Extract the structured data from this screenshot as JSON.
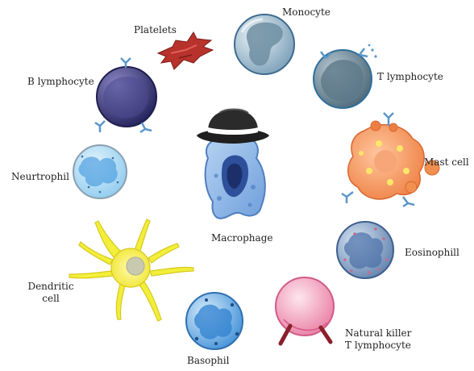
{
  "labels": {
    "platelets": "Platelets",
    "monocyte": "Monocyte",
    "t_lymphocyte": "T lymphocyte",
    "b_lymphocyte": "B lymphocyte",
    "mast_cell": "Mast cell",
    "neutrophil": "Neurtrophil",
    "macrophage": "Macrophage",
    "eosinophil": "Eosinophill",
    "dendritic_line1": "Dendritic",
    "dendritic_line2": "cell",
    "natural_killer_line1": "Natural killer",
    "natural_killer_line2": "T lymphocyte",
    "basophil": "Basophil"
  },
  "colors": {
    "platelets": "#b8322c",
    "monocyte": "#8fb0c4",
    "t_lymphocyte": "#6a8898",
    "b_lymphocyte": "#3b3a78",
    "mast_cell": "#ef8a4e",
    "neutrophil": "#6fb8e6",
    "macrophage": "#8db8e8",
    "hat": "#2b2b2b",
    "eosinophil": "#7f9fc4",
    "dendritic": "#f2ef3a",
    "natural_killer": "#f28fb0",
    "basophil": "#4f9fe0",
    "receptor": "#5a97c9"
  }
}
